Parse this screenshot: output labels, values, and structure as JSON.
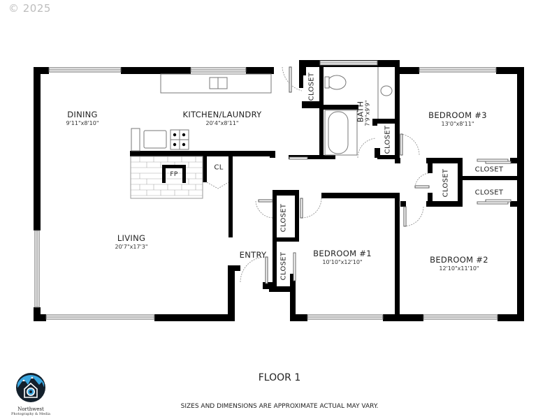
{
  "copyright": "© 2025",
  "floor": {
    "title": "FLOOR 1",
    "disclaimer": "SIZES AND DIMENSIONS ARE APPROXIMATE ACTUAL MAY VARY."
  },
  "rooms": {
    "dining": {
      "name": "DINING",
      "dimensions": "9'11\"x8'10\""
    },
    "kitchen": {
      "name": "KITCHEN/LAUNDRY",
      "dimensions": "20'4\"x8'11\""
    },
    "bath": {
      "name": "BATH",
      "dimensions": "7'9\"x9'9\""
    },
    "bedroom3": {
      "name": "BEDROOM #3",
      "dimensions": "13'0\"x8'11\""
    },
    "living": {
      "name": "LIVING",
      "dimensions": "20'7\"x17'3\""
    },
    "entry": {
      "name": "ENTRY"
    },
    "bedroom1": {
      "name": "BEDROOM #1",
      "dimensions": "10'10\"x12'10\""
    },
    "bedroom2": {
      "name": "BEDROOM #2",
      "dimensions": "12'10\"x11'10\""
    }
  },
  "closets": {
    "kitchen_closet": "CLOSET",
    "bath_closet": "CLOSET",
    "hall_closet": "CLOSET",
    "bedroom3_closet": "CLOSET",
    "bedroom2_closet": "CLOSET",
    "entry_closet_upper": "CLOSET",
    "entry_closet_lower": "CLOSET",
    "cl": "CL",
    "fireplace": "FP"
  },
  "logo": {
    "name": "Northwest",
    "subtitle": "Photography & Media",
    "colors": {
      "sky": "#3aa7e0",
      "dark": "#13202c"
    }
  }
}
